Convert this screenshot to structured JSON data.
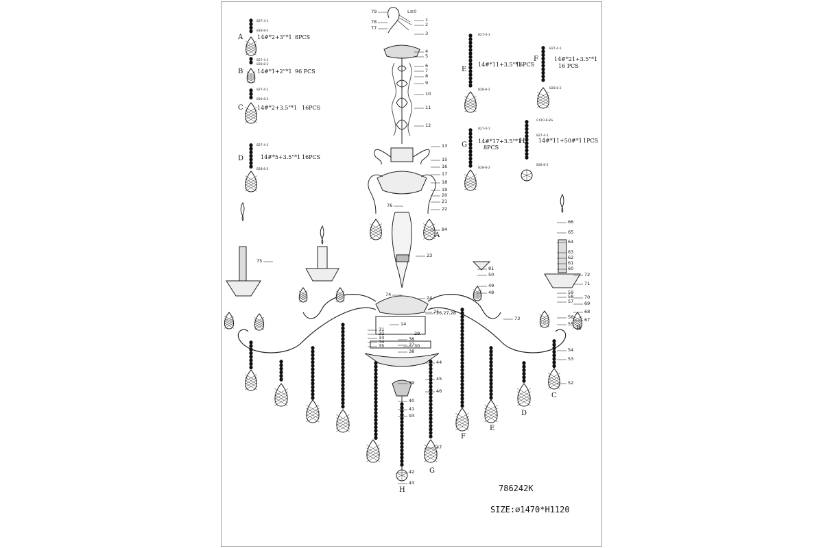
{
  "legend": [
    {
      "letter": "A",
      "code_top": "827-4-1",
      "code_mid": "828-8-2",
      "spec": "14#*2+3\"*1",
      "qty": "8PCS"
    },
    {
      "letter": "B",
      "code_top": "827-4-1",
      "code_mid": "828-8-2",
      "spec": "14#*1+2\"*1",
      "qty": "96 PCS"
    },
    {
      "letter": "C",
      "code_top": "827-4-1",
      "code_mid": "828-8-2",
      "spec": "14#*2+3.5\"*1",
      "qty": "16PCS"
    },
    {
      "letter": "D",
      "code_top": "827-4-1",
      "code_mid": "828-8-2",
      "spec": "14#*5+3.5\"*1",
      "qty": "16PCS"
    },
    {
      "letter": "E",
      "code_top": "827-4-1",
      "code_mid": "828-8-2",
      "spec": "14#*11+3.5\"*1",
      "qty": "16PCS"
    },
    {
      "letter": "F",
      "code_top": "827-4-1",
      "code_mid": "828-8-2",
      "spec": "14#*21+3.5\"*1",
      "qty": "16 PCS"
    },
    {
      "letter": "G",
      "code_top": "827-4-1",
      "code_mid": "828-8-2",
      "spec": "14#*17+3.5\"*1",
      "qty": "8PCS"
    },
    {
      "letter": "H",
      "code_top": "827-4-1",
      "code_mid": "828-8-2",
      "code_extra": "CX10-8-8G",
      "spec": "14#*11+50#*1",
      "qty": "1PCS"
    }
  ],
  "part_labels": {
    "right_column": [
      "1",
      "2",
      "3",
      "4",
      "5",
      "6",
      "7",
      "8",
      "9",
      "10",
      "11",
      "12",
      "13",
      "15",
      "16",
      "17",
      "18",
      "19",
      "20",
      "21",
      "22",
      "84",
      "23",
      "24",
      "25",
      "26,27,28",
      "73"
    ],
    "left_top": [
      "79",
      "78",
      "77"
    ],
    "left_small": [
      "76",
      "74",
      "75"
    ],
    "lower_center": [
      "14",
      "29",
      "30",
      "31",
      "32",
      "33",
      "34",
      "35",
      "36",
      "37",
      "38",
      "39",
      "40",
      "41",
      "42",
      "43",
      "44",
      "45",
      "46",
      "47",
      "93"
    ],
    "right_arm": [
      "66",
      "65",
      "64",
      "63",
      "62",
      "61",
      "60",
      "72",
      "71",
      "70",
      "69",
      "68",
      "67",
      "59",
      "58",
      "57",
      "56",
      "55",
      "54",
      "53",
      "52"
    ],
    "bobeche": [
      "81",
      "50",
      "49",
      "48"
    ],
    "top_small": "L≡0"
  },
  "drop_letters": {
    "A": "A",
    "B": "B",
    "C": "C",
    "D": "D",
    "E": "E",
    "F": "F",
    "G": "G",
    "H": "H"
  },
  "model": "786242K",
  "size": "SIZE:∅1470*H1120"
}
